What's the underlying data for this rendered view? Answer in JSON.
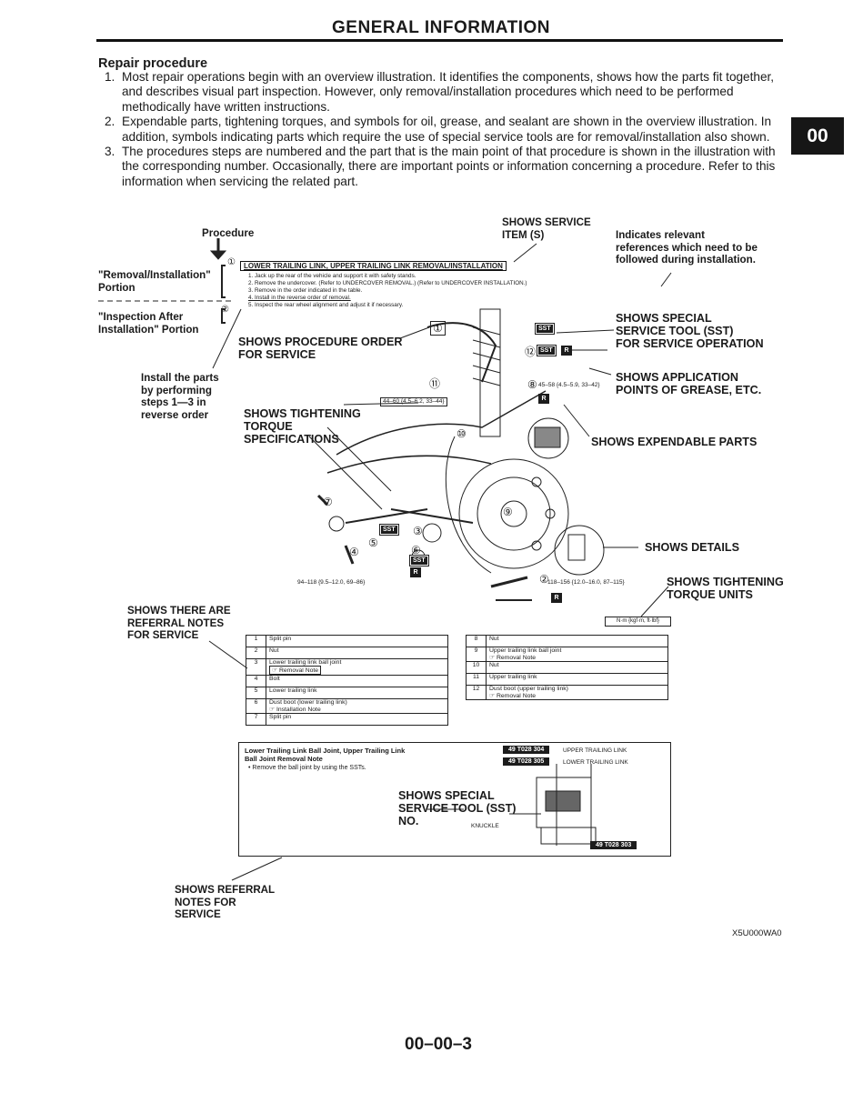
{
  "header": {
    "title": "GENERAL INFORMATION",
    "tab_badge": "00"
  },
  "section": {
    "title": "Repair procedure",
    "steps": [
      {
        "num": "1.",
        "text": "Most repair operations begin with an overview illustration. It identifies the components, shows how the parts fit together, and describes visual part inspection. However, only removal/installation procedures which need to be performed methodically have written instructions."
      },
      {
        "num": "2.",
        "text": "Expendable parts, tightening torques, and symbols for oil, grease, and sealant are shown in the overview illustration. In addition, symbols indicating parts which require the use of special service tools are for removal/installation also shown."
      },
      {
        "num": "3.",
        "text": "The procedures steps are numbered and the part that is the main point of that procedure is shown in the illustration with the corresponding number. Occasionally, there are important points or information concerning a procedure. Refer to this information when servicing the related part."
      }
    ]
  },
  "diagram": {
    "labels": {
      "procedure": "Procedure",
      "shows_service_item": "SHOWS SERVICE\nITEM (S)",
      "indicates_relevant": "Indicates relevant\nreferences which need to be\nfollowed during installation.",
      "removal_installation_portion": "\"Removal/Installation\"\nPortion",
      "inspection_after_installation": "\"Inspection After\nInstallation\" Portion",
      "shows_procedure_order": "SHOWS PROCEDURE ORDER\nFOR SERVICE",
      "shows_special_sst_operation": "SHOWS SPECIAL\nSERVICE TOOL (SST)\nFOR SERVICE OPERATION",
      "install_parts": "Install the parts\nby performing\nsteps 1—3 in\nreverse order",
      "shows_application_points": "SHOWS APPLICATION\nPOINTS OF GREASE, ETC.",
      "shows_tightening_torque_specs": "SHOWS TIGHTENING\nTORQUE\nSPECIFICATIONS",
      "shows_expendable_parts": "SHOWS EXPENDABLE PARTS",
      "shows_details": "SHOWS DETAILS",
      "shows_tightening_torque_units": "SHOWS TIGHTENING\nTORQUE UNITS",
      "shows_there_are_referral_notes": "SHOWS THERE ARE\nREFERRAL NOTES\nFOR SERVICE",
      "shows_special_sst_no": "SHOWS SPECIAL\nSERVICE TOOL (SST)\nNO.",
      "shows_referral_notes": "SHOWS REFERRAL\nNOTES FOR\nSERVICE",
      "knuckle": "KNUCKLE",
      "units_box": "N·m {kgf·m, ft·lbf}"
    },
    "procedure_box": {
      "heading": "LOWER TRAILING LINK, UPPER TRAILING LINK REMOVAL/INSTALLATION",
      "lines": [
        "1. Jack up the rear of the vehicle and support it with safety stands.",
        "2. Remove the undercover. (Refer to UNDERCOVER REMOVAL.) (Refer to UNDERCOVER INSTALLATION.)",
        "3. Remove in the order indicated in the table.",
        "4. Install in the reverse order of removal.",
        "5. Inspect the rear wheel alignment and adjust it if necessary."
      ],
      "marker_1": "①",
      "marker_2": "②"
    },
    "torques": {
      "t1": "44–60 {4.5–6.2, 33–44}",
      "t2": "45–58 {4.5–5.9, 33–42}",
      "t3": "94–118 {9.5–12.0, 69–86}",
      "t4": "118–156 {12.0–16.0, 87–115}"
    },
    "callouts": [
      "①",
      "②",
      "③",
      "④",
      "⑤",
      "⑥",
      "⑦",
      "⑧",
      "⑨",
      "⑩",
      "⑪",
      "⑫"
    ],
    "icons": {
      "sst": "SST",
      "r": "R"
    }
  },
  "table_left": [
    {
      "n": "1",
      "text": "Split pin"
    },
    {
      "n": "2",
      "text": "Nut"
    },
    {
      "n": "3",
      "text": "Lower trailing link ball joint",
      "note": "☞ Removal Note"
    },
    {
      "n": "4",
      "text": "Bolt"
    },
    {
      "n": "5",
      "text": "Lower trailing link"
    },
    {
      "n": "6",
      "text": "Dust boot (lower trailing link)",
      "note": "☞ Installation Note"
    },
    {
      "n": "7",
      "text": "Split pin"
    }
  ],
  "table_right": [
    {
      "n": "8",
      "text": "Nut"
    },
    {
      "n": "9",
      "text": "Upper trailing link ball joint",
      "note": "☞ Removal Note"
    },
    {
      "n": "10",
      "text": "Nut"
    },
    {
      "n": "11",
      "text": "Upper trailing link"
    },
    {
      "n": "12",
      "text": "Dust boot (upper trailing link)",
      "note": "☞ Removal Note"
    }
  ],
  "note_box": {
    "title": "Lower Trailing Link Ball Joint, Upper Trailing Link\nBall Joint Removal Note",
    "bullet": "•  Remove the ball joint by using the SSTs.",
    "sst1": "49 T028 304",
    "sst1_desc": "UPPER TRAILING LINK",
    "sst2": "49 T028 305",
    "sst2_desc": "LOWER TRAILING LINK",
    "sst3": "49 T028 303"
  },
  "footer": {
    "doc_code": "X5U000WA0",
    "page_number": "00–00–3"
  }
}
